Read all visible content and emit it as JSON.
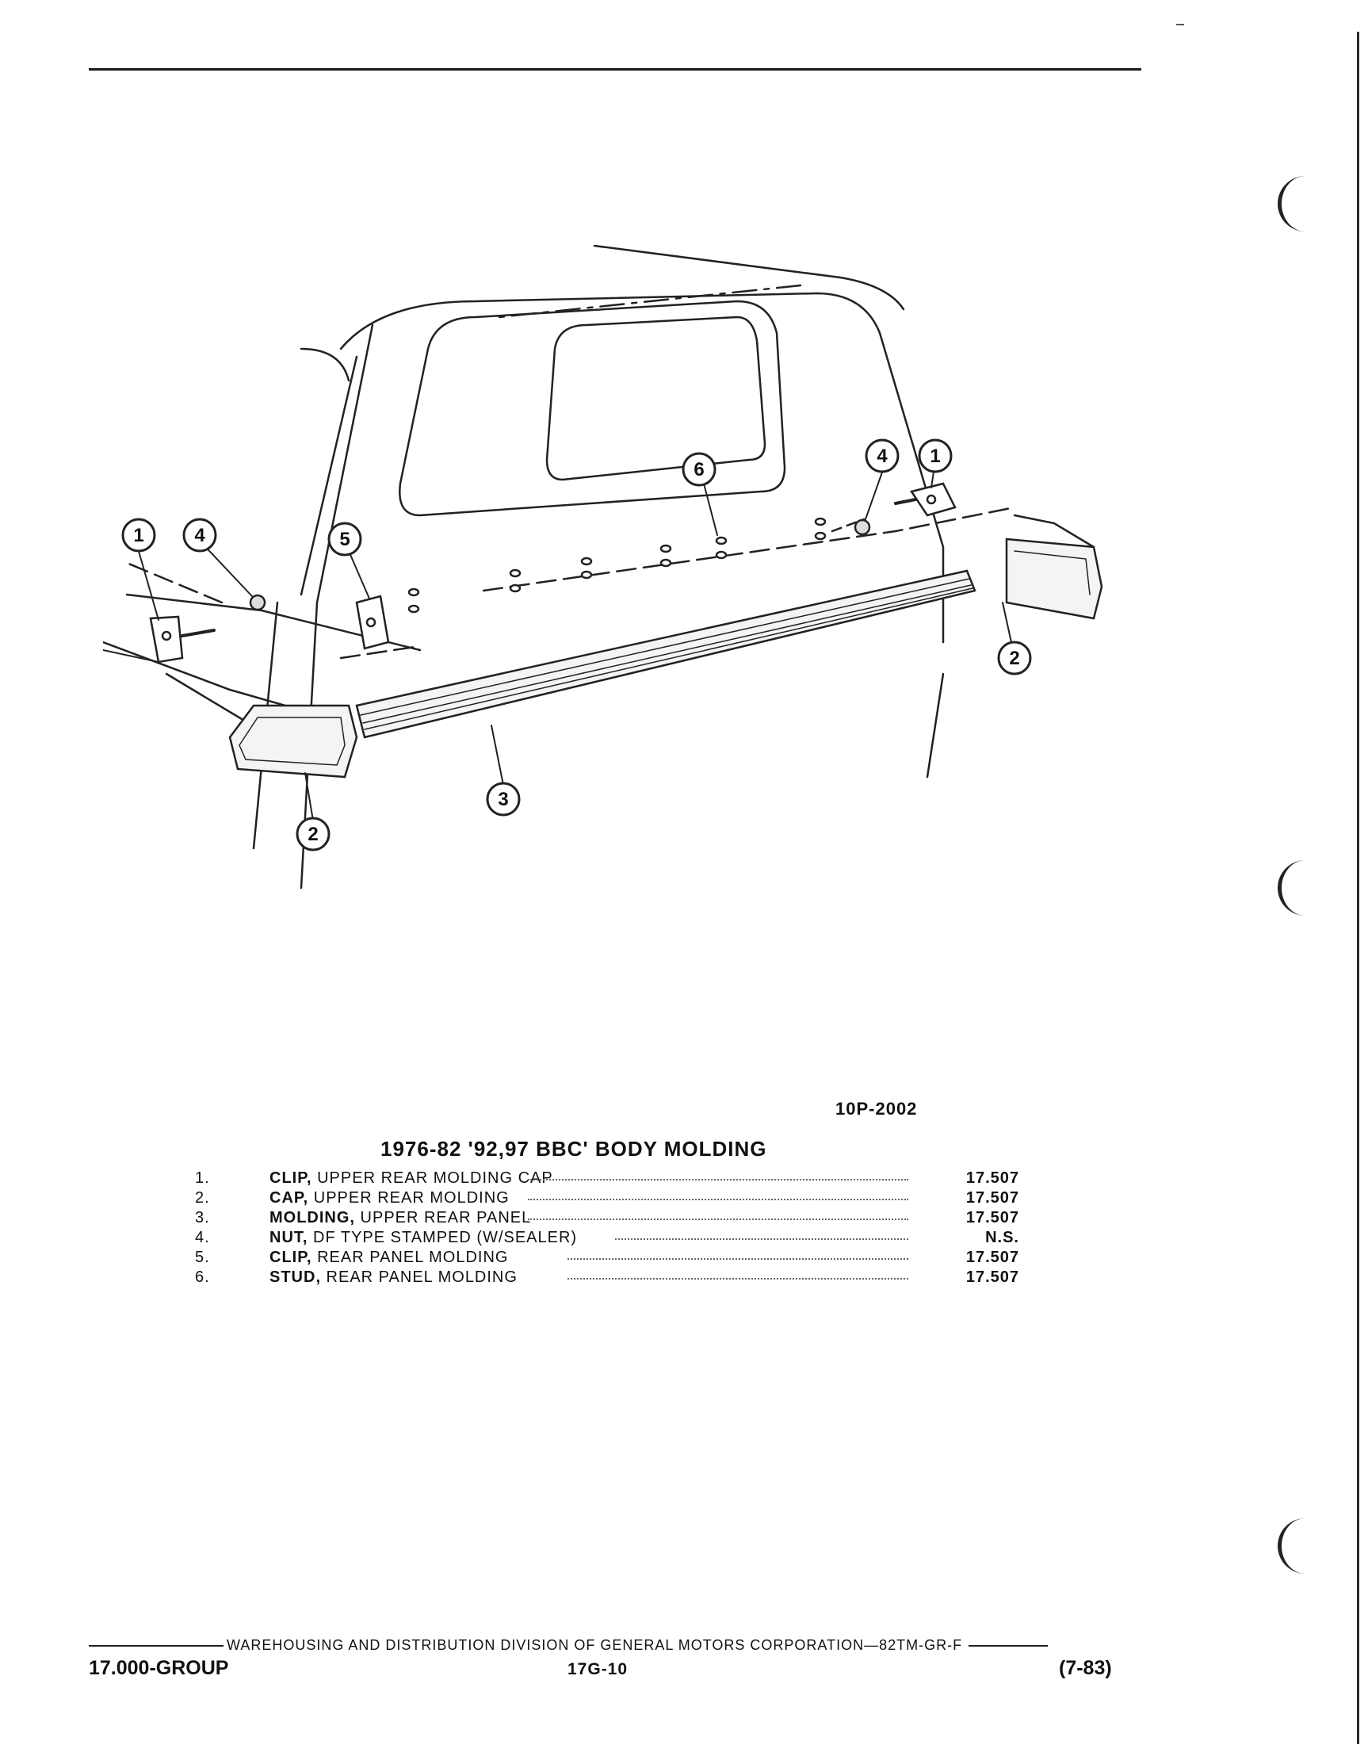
{
  "figure": {
    "id": "10P-2002",
    "title": "1976-82 '92,97 BBC' BODY MOLDING",
    "callouts": [
      "1",
      "4",
      "5",
      "6",
      "4",
      "1",
      "2",
      "3",
      "2"
    ]
  },
  "parts": [
    {
      "num": "1.",
      "name": "CLIP,",
      "desc": " UPPER REAR MOLDING CAP",
      "code": "17.507"
    },
    {
      "num": "2.",
      "name": "CAP,",
      "desc": " UPPER REAR MOLDING",
      "code": "17.507"
    },
    {
      "num": "3.",
      "name": "MOLDING,",
      "desc": " UPPER REAR PANEL",
      "code": "17.507"
    },
    {
      "num": "4.",
      "name": "NUT,",
      "desc": " DF TYPE STAMPED (W/SEALER)",
      "code": "N.S."
    },
    {
      "num": "5.",
      "name": "CLIP,",
      "desc": " REAR PANEL MOLDING",
      "code": "17.507"
    },
    {
      "num": "6.",
      "name": "STUD,",
      "desc": " REAR PANEL MOLDING",
      "code": "17.507"
    }
  ],
  "footer": {
    "division": "WAREHOUSING AND DISTRIBUTION  DIVISION OF GENERAL MOTORS CORPORATION—82TM-GR-F",
    "group": "17.000-GROUP",
    "page": "17G-10",
    "date": "(7-83)"
  }
}
